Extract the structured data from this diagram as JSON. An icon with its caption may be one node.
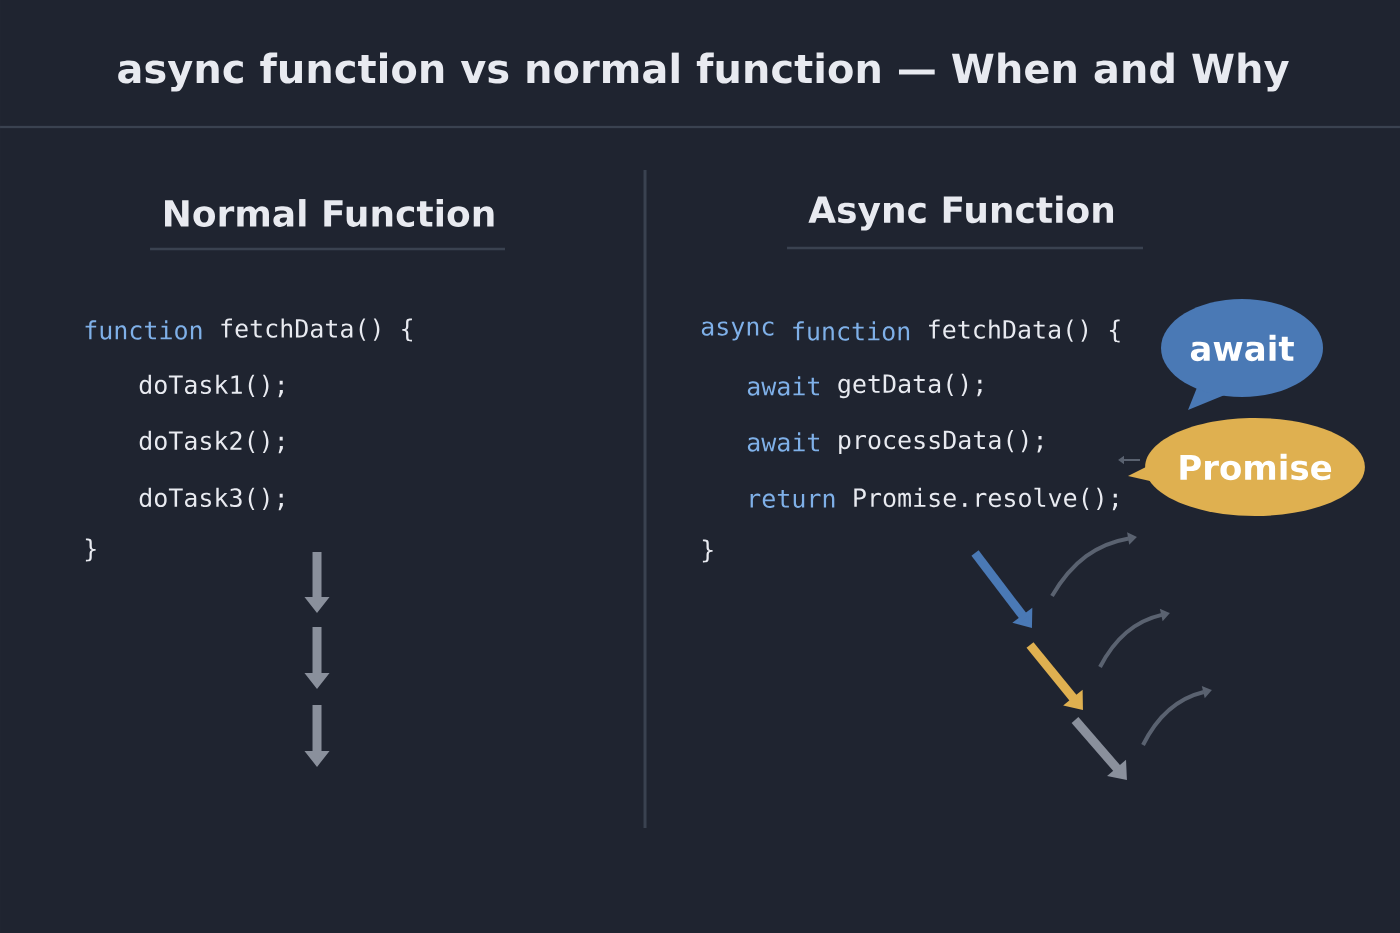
{
  "diagram": {
    "title": "async function vs normal function — When and Why",
    "nodes": [
      {
        "text": [
          "await"
        ]
      },
      {
        "text": [
          "Promise"
        ]
      }
    ],
    "edges": [],
    "labels": [
      "Normal Function",
      "Async Function",
      "function",
      "fetchData() {",
      "doTask1();",
      "doTask2();",
      "doTask3();",
      "}",
      "async",
      "function",
      "fetchData() {",
      "await",
      "getData();",
      "await",
      "processData();",
      "return",
      "Promise.resolve();",
      "}"
    ]
  }
}
